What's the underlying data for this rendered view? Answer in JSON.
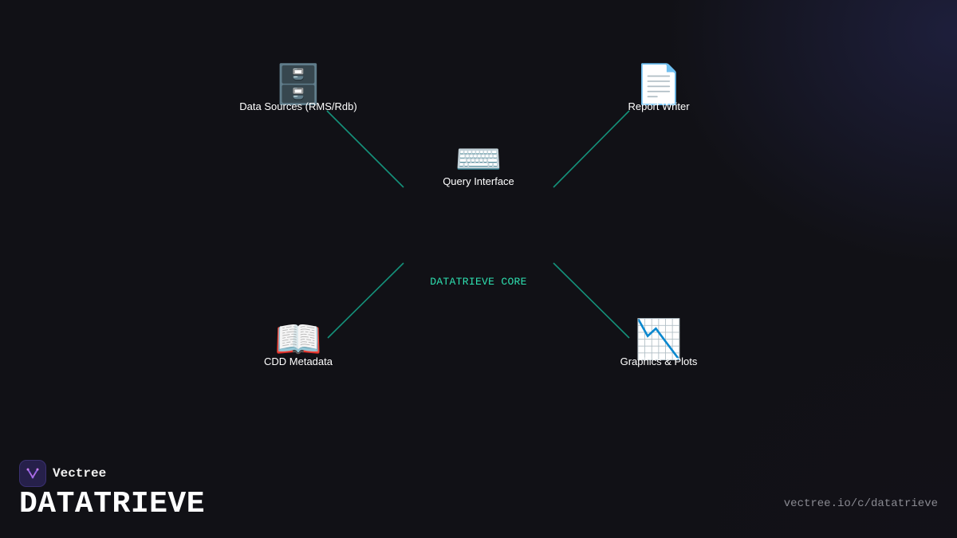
{
  "diagram": {
    "core_label": "DATATRIEVE CORE",
    "nodes": [
      {
        "id": "data-sources",
        "icon": "file-cabinet-icon",
        "glyph": "🗄️",
        "label": "Data Sources (RMS/Rdb)"
      },
      {
        "id": "report-writer",
        "icon": "page-icon",
        "glyph": "📄",
        "label": "Report Writer"
      },
      {
        "id": "query-interface",
        "icon": "keyboard-icon",
        "glyph": "⌨️",
        "label": "Query Interface"
      },
      {
        "id": "cdd-metadata",
        "icon": "open-book-icon",
        "glyph": "📖",
        "label": "CDD Metadata"
      },
      {
        "id": "graphics-plots",
        "icon": "chart-decreasing-icon",
        "glyph": "📉",
        "label": "Graphics & Plots"
      }
    ],
    "link_color": "#14917a",
    "core_color": "#2ee0b0"
  },
  "brand": {
    "name": "Vectree",
    "title": "DATATRIEVE",
    "url": "vectree.io/c/datatrieve",
    "logo_icon": "vectree-logo-icon"
  }
}
